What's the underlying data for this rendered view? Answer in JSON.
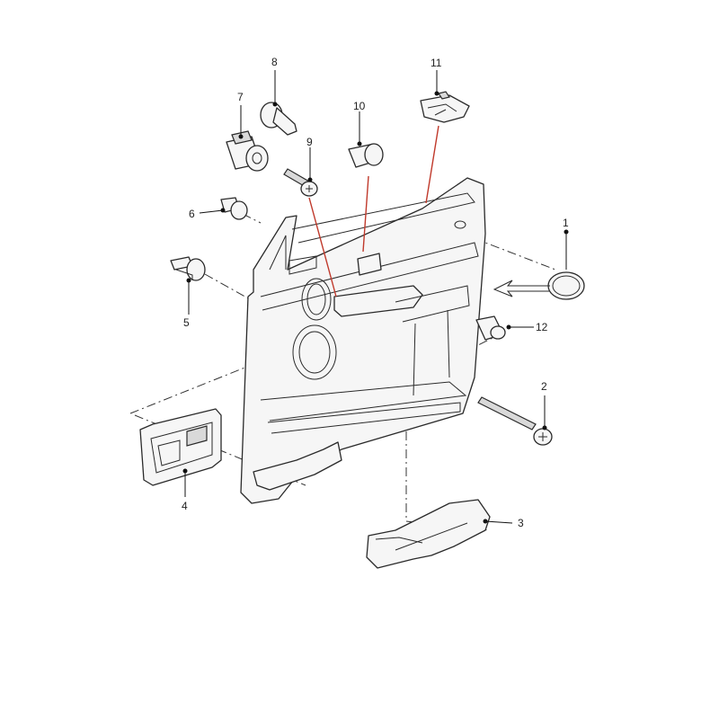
{
  "callouts": {
    "c1": "1",
    "c2": "2",
    "c3": "3",
    "c4": "4",
    "c5": "5",
    "c6": "6",
    "c7": "7",
    "c8": "8",
    "c9": "9",
    "c10": "10",
    "c11": "11",
    "c12": "12"
  },
  "colors": {
    "line": "#2a2a2a",
    "highlight_leader": "#c0392b",
    "fill": "#f6f6f6"
  }
}
